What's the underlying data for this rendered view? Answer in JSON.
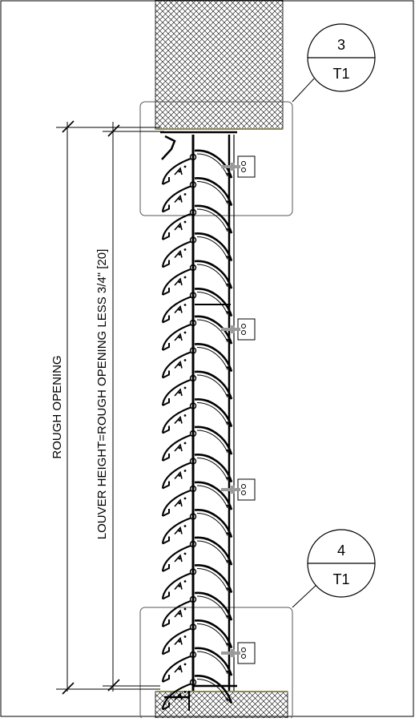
{
  "drawing": {
    "dimension_outer_label": "ROUGH OPENING",
    "dimension_inner_label": "LOUVER HEIGHT=ROUGH OPENING LESS 3/4\" [20]",
    "callout_top": {
      "number": "3",
      "sheet": "T1"
    },
    "callout_bottom": {
      "number": "4",
      "sheet": "T1"
    }
  },
  "colors": {
    "line": "#000000",
    "masonry_edge": "#8a8a60",
    "clip": "#9a9a9a",
    "detail_box": "#555555"
  }
}
